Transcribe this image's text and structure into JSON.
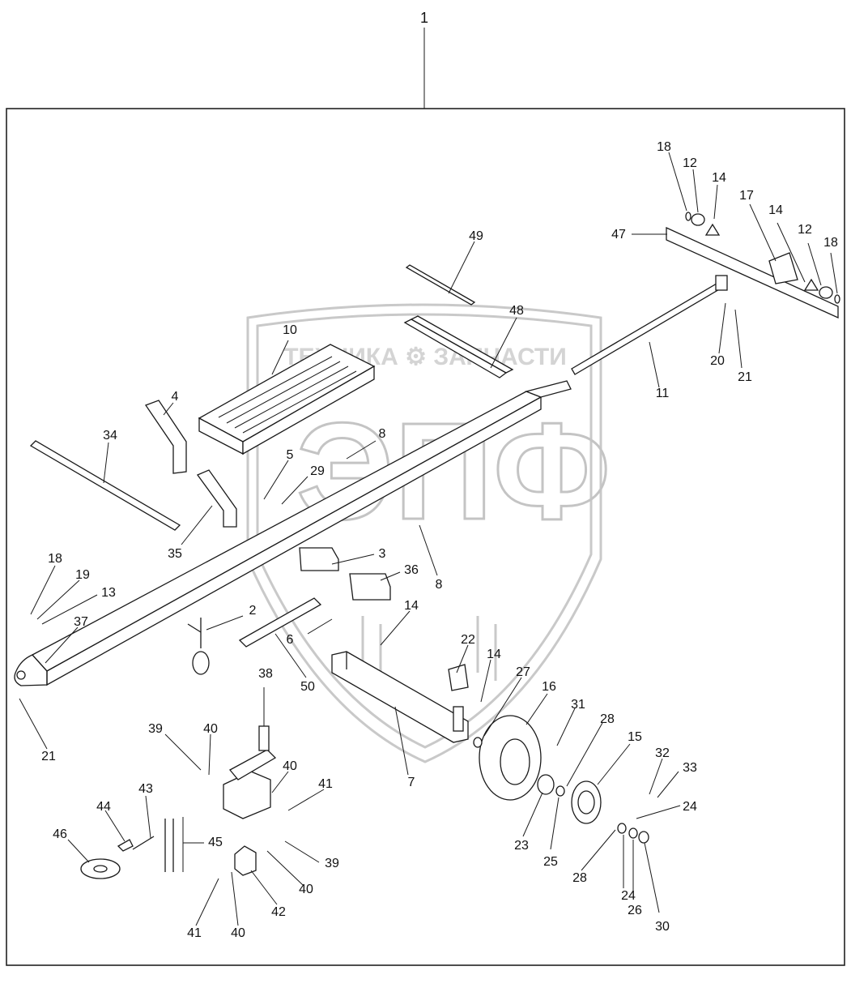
{
  "watermark": {
    "brand_line": "ТЕХНИКА ⚙ ЗАПЧАСТИ",
    "logo_text": "ЭПФ"
  },
  "diagram": {
    "assembly_number": "1",
    "callouts": [
      "2",
      "3",
      "4",
      "5",
      "6",
      "7",
      "8",
      "8",
      "10",
      "11",
      "12",
      "12",
      "13",
      "14",
      "14",
      "14",
      "14",
      "15",
      "16",
      "17",
      "18",
      "18",
      "18",
      "19",
      "20",
      "21",
      "21",
      "22",
      "23",
      "24",
      "24",
      "25",
      "26",
      "27",
      "28",
      "28",
      "29",
      "30",
      "31",
      "32",
      "33",
      "34",
      "35",
      "36",
      "37",
      "38",
      "39",
      "39",
      "40",
      "40",
      "40",
      "40",
      "41",
      "41",
      "42",
      "43",
      "44",
      "45",
      "46",
      "47",
      "48",
      "49",
      "50"
    ]
  }
}
